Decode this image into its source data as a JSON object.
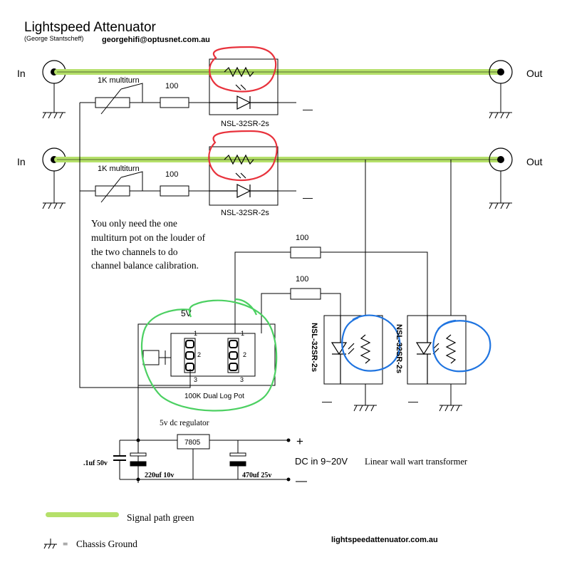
{
  "header": {
    "title": "Lightspeed Attenuator",
    "author": "(George Stantscheff)",
    "email": "georgehifi@optusnet.com.au"
  },
  "channels": [
    {
      "in_label": "In",
      "out_label": "Out",
      "pot_label": "1K multiturn",
      "resistor_label": "100",
      "ldr_label": "NSL-32SR-2s",
      "minus": "—"
    },
    {
      "in_label": "In",
      "out_label": "Out",
      "pot_label": "1K multiturn",
      "resistor_label": "100",
      "ldr_label": "NSL-32SR-2s",
      "minus": "—"
    }
  ],
  "note": [
    "You only need the one",
    "multiturn pot on the louder of",
    "the two channels to do",
    "channel balance calibration."
  ],
  "shunt_resistors": [
    "100",
    "100"
  ],
  "shunt_ldrs": [
    {
      "label": "NSL-32SR-2s",
      "minus": "—"
    },
    {
      "label": "NSL-32SR-2s",
      "minus": "—"
    }
  ],
  "pot": {
    "supply": "5V",
    "pins": [
      "1",
      "2",
      "3"
    ],
    "label": "100K  Dual  Log  Pot"
  },
  "power": {
    "regulator_title": "5v dc regulator",
    "regulator_part": "7805",
    "cap1": ".1uf 50v",
    "cap2": "220uf 10v",
    "cap3": "470uf 25v",
    "plus": "+",
    "minus": "—",
    "dc_in": "DC in 9~20V",
    "dc_desc": "Linear wall wart transformer"
  },
  "legend": {
    "signal": "Signal path green",
    "ground_eq": "=",
    "ground": "Chassis Ground"
  },
  "website": "lightspeedattenuator.com.au",
  "colors": {
    "signal": "#b5e06a",
    "ldr_highlight": "#e8323c",
    "pot_highlight": "#4cd062",
    "shunt_highlight": "#1f74e0",
    "wire": "#000000"
  }
}
